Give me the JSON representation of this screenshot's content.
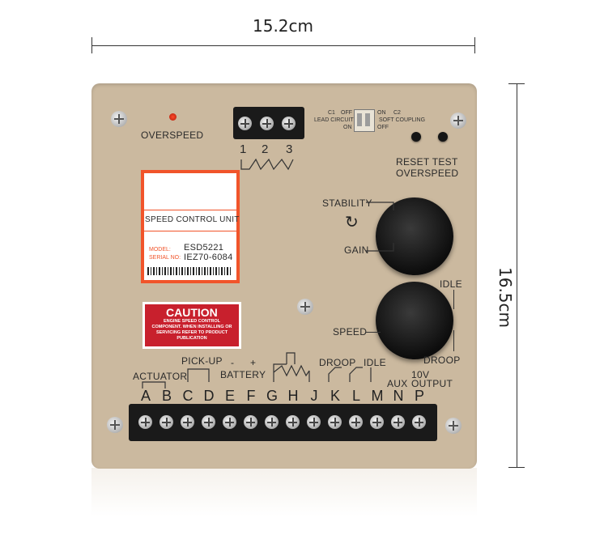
{
  "dimensions": {
    "width_label": "15.2cm",
    "height_label": "16.5cm"
  },
  "board": {
    "overspeed_led_label": "OVERSPEED",
    "terminal_numbers": [
      "1",
      "2",
      "3"
    ],
    "switch_labels": {
      "c1": "C1",
      "off1": "OFF",
      "lead_circuit": "LEAD CIRCUIT",
      "on1": "ON",
      "on2": "ON",
      "c2": "C2",
      "soft_coupling": "SOFT COUPLING",
      "off2": "OFF"
    },
    "reset_test": "RESET TEST",
    "overspeed_button": "OVERSPEED",
    "knob_labels": {
      "stability": "STABILITY",
      "gain": "GAIN",
      "idle": "IDLE",
      "speed": "SPEED",
      "droop": "DROOP"
    },
    "product_label": {
      "title": "SPEED CONTROL UNIT",
      "model_key": "MODEL:",
      "model": "ESD5221",
      "serial_key": "SERIAL NO:",
      "serial": "IEZ70-6084"
    },
    "caution": {
      "title": "CAUTION",
      "body": "ENGINE SPEED CONTROL COMPONENT. WHEN INSTALLING OR SERVICING REFER TO PRODUCT PUBLICATION"
    },
    "terminal_labels": {
      "actuator": "ACTUATOR",
      "pickup": "PICK-UP",
      "minus": "-",
      "plus": "+",
      "battery": "BATTERY",
      "droop": "DROOP",
      "idle": "IDLE",
      "aux": "AUX",
      "v10": "10V",
      "output": "OUTPUT"
    },
    "terminal_letters": [
      "A",
      "B",
      "C",
      "D",
      "E",
      "F",
      "G",
      "H",
      "J",
      "K",
      "L",
      "M",
      "N",
      "P"
    ]
  }
}
